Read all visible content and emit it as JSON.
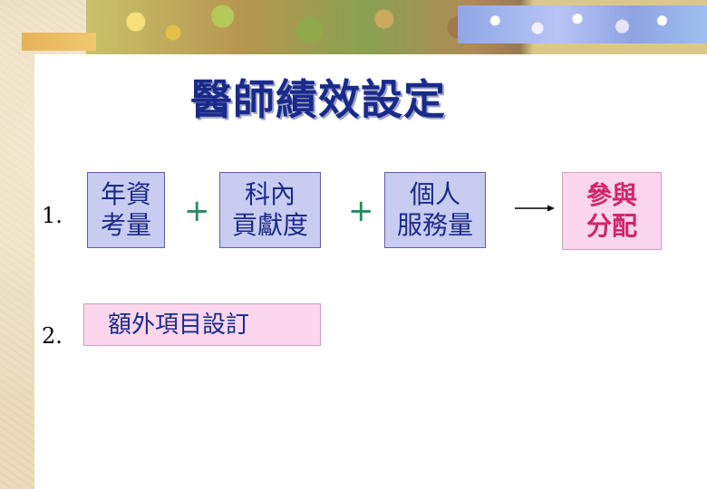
{
  "slide": {
    "title": "醫師績效設定",
    "row1": {
      "number": "1.",
      "box_seniority": [
        "年資",
        "考量"
      ],
      "plus_1": "+",
      "box_department": [
        "科內",
        "貢獻度"
      ],
      "plus_2": "+",
      "box_service": [
        "個人",
        "服務量"
      ],
      "result": [
        "參與",
        "分配"
      ]
    },
    "row2": {
      "number": "2.",
      "box_extra": "額外項目設訂"
    }
  },
  "colors": {
    "title": "#1a2a8a",
    "box_blue_bg": "#c8ccf0",
    "box_pink_bg": "#fbd6ec",
    "result_text": "#d2246a",
    "plus_sign": "#2a8a5a"
  }
}
